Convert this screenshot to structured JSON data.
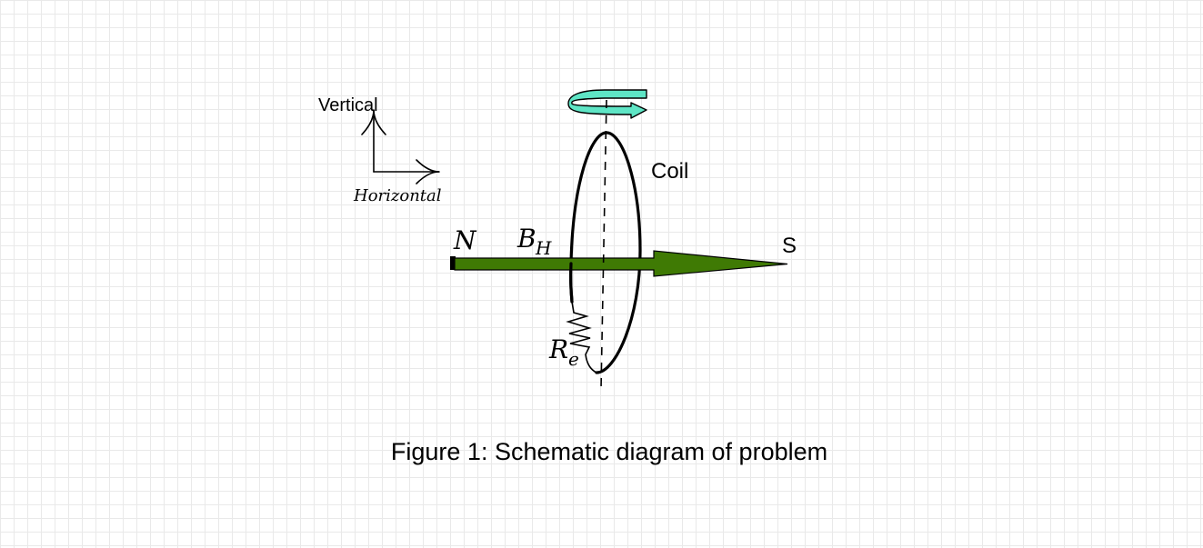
{
  "labels": {
    "vertical": "Vertical",
    "horizontal": "Horizontal",
    "coil": "Coil",
    "north": "N",
    "south": "S",
    "field_main": "B",
    "field_sub": "H",
    "resistor_main": "R",
    "resistor_sub": "e"
  },
  "caption": "Figure 1: Schematic diagram of problem",
  "colors": {
    "field_arrow": "#3f7a04",
    "rotation_arrow": "#5ee5c5",
    "stroke": "#000000"
  },
  "icons": {
    "rotation": "curved-rotation-arrow-icon",
    "axes": "axes-icon",
    "resistor": "resistor-zigzag-icon"
  }
}
